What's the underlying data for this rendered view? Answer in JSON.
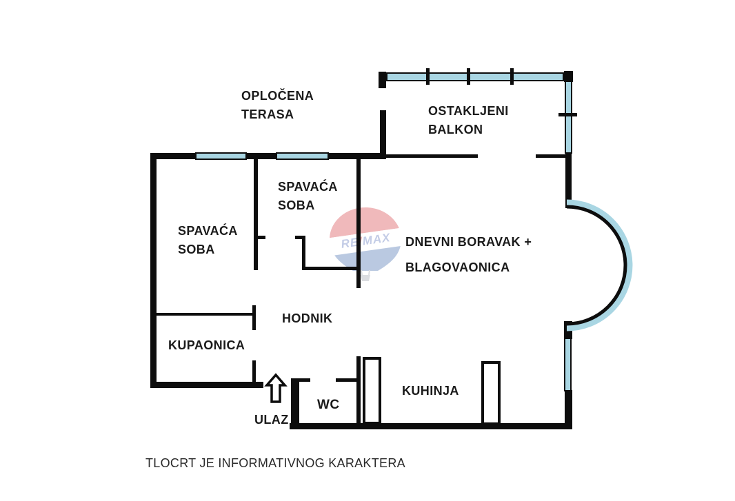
{
  "colors": {
    "wall": "#0d0d0d",
    "window": "#a9d6e3",
    "balloon-red": "#dd5a5f",
    "balloon-blue": "#5d7fb9",
    "balloon-text": "#7287c4",
    "balloon-slash": "#dd5a5f",
    "basket": "#aab0b8"
  },
  "rooms": {
    "terrace": {
      "line1": "OPLOČENA",
      "line2": "TERASA"
    },
    "balcony": {
      "line1": "OSTAKLJENI",
      "line2": "BALKON"
    },
    "bedroom_small": {
      "line1": "SPAVAĆA",
      "line2": "SOBA"
    },
    "bedroom_large": {
      "line1": "SPAVAĆA",
      "line2": "SOBA"
    },
    "living_dining": {
      "line1": "DNEVNI BORAVAK +",
      "line2": "BLAGOVAONICA"
    },
    "hallway": {
      "label": "HODNIK"
    },
    "bathroom": {
      "label": "KUPAONICA"
    },
    "wc": {
      "label": "WC"
    },
    "kitchen": {
      "label": "KUHINJA"
    },
    "entrance": {
      "label": "ULAZ"
    }
  },
  "watermark": {
    "brand_re": "RE",
    "brand_slash": "/",
    "brand_max": "MAX"
  },
  "footer": {
    "disclaimer": "TLOCRT JE INFORMATIVNOG KARAKTERA"
  }
}
